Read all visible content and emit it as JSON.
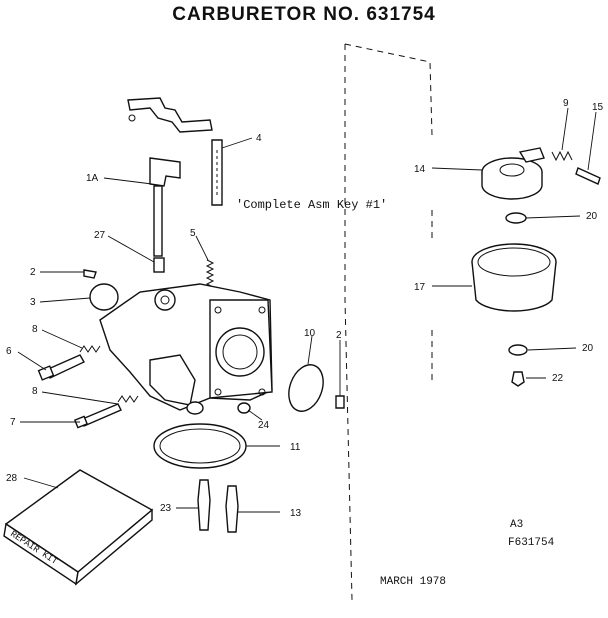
{
  "title": "CARBURETOR NO. 631754",
  "note": "'Complete Asm Key #1'",
  "kit_label": "REPAIR KIT",
  "footer": {
    "page_code": "A3",
    "drawing_no": "F631754",
    "date": "MARCH 1978"
  },
  "callouts": {
    "p1a": "1A",
    "p2a": "2",
    "p2b": "2",
    "p3": "3",
    "p4": "4",
    "p5": "5",
    "p6": "6",
    "p7": "7",
    "p8a": "8",
    "p8b": "8",
    "p9": "9",
    "p10": "10",
    "p11": "11",
    "p13": "13",
    "p14": "14",
    "p15": "15",
    "p17": "17",
    "p20a": "20",
    "p20b": "20",
    "p22": "22",
    "p23": "23",
    "p24": "24",
    "p27": "27",
    "p28": "28"
  }
}
